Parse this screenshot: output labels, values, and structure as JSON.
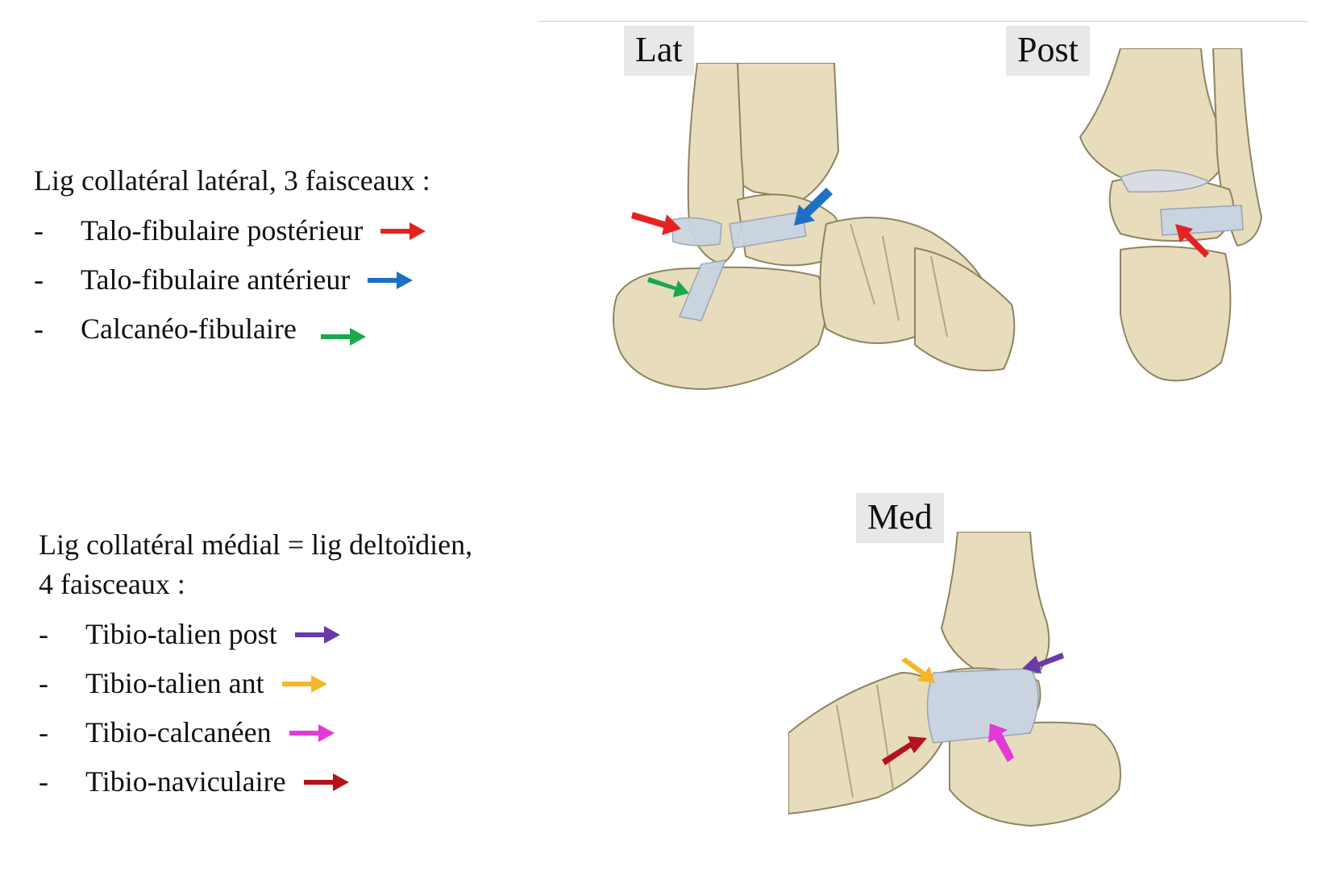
{
  "labels": {
    "lat": "Lat",
    "post": "Post",
    "med": "Med"
  },
  "lateral": {
    "heading": "Lig collatéral latéral, 3 faisceaux :",
    "items": [
      {
        "dash": "-",
        "text": "Talo-fibulaire postérieur",
        "color": "#e52222"
      },
      {
        "dash": "-",
        "text": "Talo-fibulaire antérieur",
        "color": "#1f6fc4"
      },
      {
        "dash": "-",
        "text": "Calcanéo-fibulaire",
        "color": "#1aa84c"
      }
    ]
  },
  "medial": {
    "heading": "Lig collatéral médial = lig deltoïdien,",
    "subheading": "4 faisceaux :",
    "items": [
      {
        "dash": "-",
        "text": "Tibio-talien post",
        "color": "#6a3aa8"
      },
      {
        "dash": "-",
        "text": "Tibio-talien ant",
        "color": "#f3b72a"
      },
      {
        "dash": "-",
        "text": "Tibio-calcanéen",
        "color": "#e33ad6"
      },
      {
        "dash": "-",
        "text": "Tibio-naviculaire",
        "color": "#b3131c"
      }
    ]
  },
  "colors": {
    "bone": "#e7dcbc",
    "bone_shade": "#cdbf94",
    "ligament": "#c9d4e0",
    "background": "#ffffff"
  }
}
